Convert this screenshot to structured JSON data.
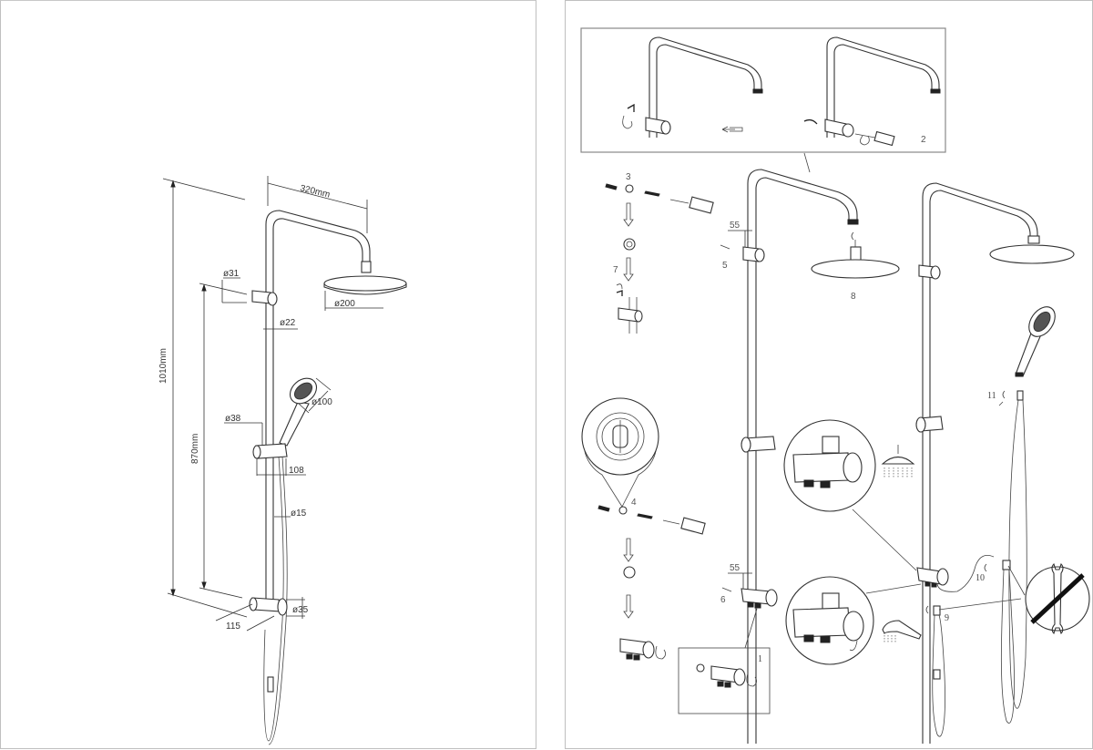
{
  "left_page": {
    "title": "Dimension drawing",
    "dimensions": {
      "arm_length": "320mm",
      "total_height": "1010mm",
      "bar_height": "870mm",
      "wall_bracket_diameter": "ø31",
      "rail_diameter": "ø22",
      "overhead_shower_diameter": "ø200",
      "hand_shower_diameter": "ø100",
      "slider_diameter": "ø38",
      "slider_projection": "108",
      "hose_diameter": "ø15",
      "diverter_diameter": "ø35",
      "diverter_projection": "115"
    }
  },
  "right_page": {
    "title": "Installation steps",
    "steps": {
      "s1": "1",
      "s2": "2",
      "s3": "3",
      "s4": "4",
      "s5": "5",
      "s6": "6",
      "s7": "7",
      "s8": "8",
      "s9": "9",
      "s10": "10",
      "s11": "11"
    },
    "spacing_top": "55",
    "spacing_bottom": "55",
    "notice": "no-wrench-icon"
  }
}
